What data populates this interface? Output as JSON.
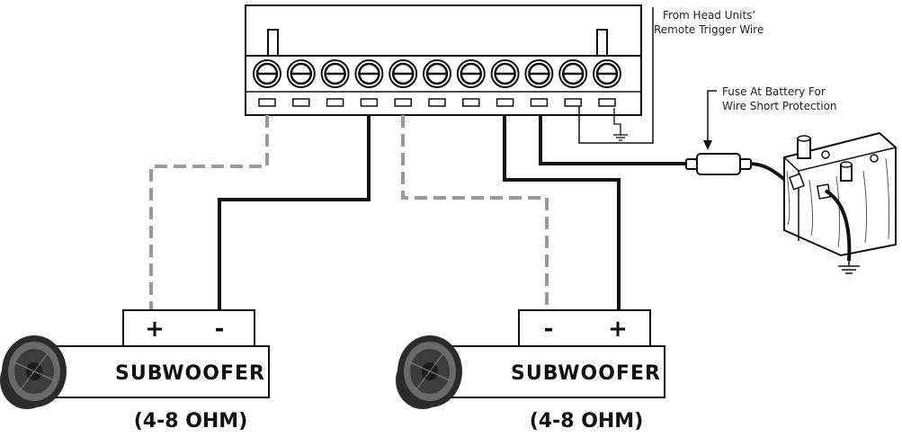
{
  "annotations": {
    "remote_trigger_line1": "From Head Units’",
    "remote_trigger_line2": "Remote Trigger Wire",
    "fuse_line1": "Fuse At Battery For",
    "fuse_line2": "Wire Short Protection"
  },
  "subwoofers": [
    {
      "label": "SUBWOOFER",
      "impedance": "(4-8 OHM)",
      "terminal_left": "+",
      "terminal_right": "-"
    },
    {
      "label": "SUBWOOFER",
      "impedance": "(4-8 OHM)",
      "terminal_left": "-",
      "terminal_right": "+"
    }
  ],
  "colors": {
    "line": "#111111",
    "dashed_wire": "#9a9a9a",
    "speaker_dark": "#2b2b2b",
    "speaker_mid": "#6a6a6a"
  },
  "terminal_count": 11
}
